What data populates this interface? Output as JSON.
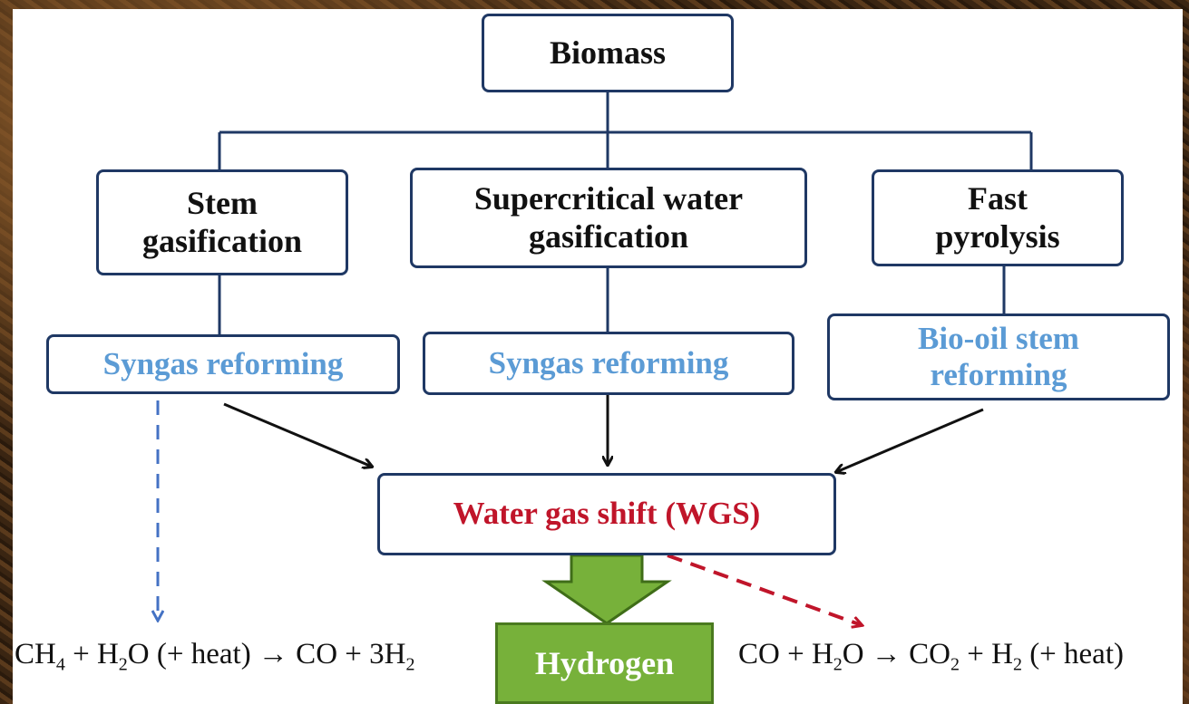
{
  "nodes": {
    "biomass": "Biomass",
    "stem_gasification": "Stem gasification",
    "supercritical": "Supercritical water gasification",
    "fast_pyrolysis": "Fast pyrolysis",
    "syngas_reforming_1": "Syngas reforming",
    "syngas_reforming_2": "Syngas reforming",
    "bio_oil": "Bio-oil stem reforming",
    "wgs": "Water gas shift (WGS)",
    "hydrogen": "Hydrogen"
  },
  "equations": {
    "left": {
      "p1": "CH",
      "s1": "4",
      "p2": " + H",
      "s2": "2",
      "p3": "O (+ heat) → CO + 3H",
      "s3": "2"
    },
    "right": {
      "p1": "CO + H",
      "s1": "2",
      "p2": "O → CO",
      "s2": "2",
      "p3": " + H",
      "s3": "2",
      "p4": " (+ heat)"
    }
  },
  "colors": {
    "border": "#1f3864",
    "blue_text": "#5b9bd5",
    "red_text": "#c0152a",
    "hydrogen_fill": "#77b13a",
    "dashed_blue": "#4472c4",
    "dashed_red": "#c0152a"
  }
}
